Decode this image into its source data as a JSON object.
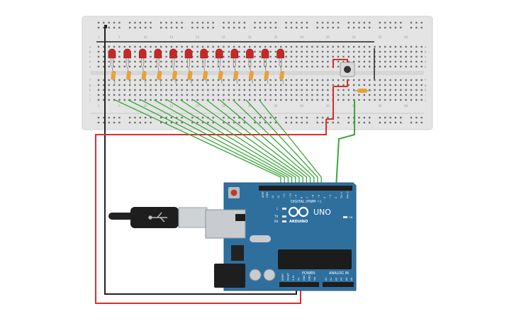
{
  "breadboard": {
    "column_numbers": [
      "1",
      "5",
      "10",
      "15",
      "20",
      "25",
      "30",
      "35",
      "40",
      "45",
      "50",
      "55",
      "60"
    ],
    "row_letters_top": [
      "a",
      "b",
      "c",
      "d",
      "e"
    ],
    "row_letters_bottom": [
      "f",
      "g",
      "h",
      "i",
      "j"
    ],
    "led_count": 12,
    "led_color": "#c62828",
    "resistor_color": "#e8a23a"
  },
  "arduino": {
    "board_color": "#2f6f9e",
    "logo_text": "ARDUINO",
    "model": "UNO",
    "digital_label": "DIGITAL (PWM ~)",
    "power_label": "POWER",
    "analog_label": "ANALOG IN",
    "aref_label": "AREF",
    "gnd_label": "GND",
    "tx_label": "TX",
    "rx_label": "RX",
    "l_label": "L",
    "on_label": "ON",
    "digital_pins": [
      "13",
      "12",
      "~11",
      "~10",
      "~9",
      "8",
      "7",
      "~6",
      "~5",
      "4",
      "~3",
      "2",
      "TX→1",
      "RX←0"
    ],
    "power_pins": [
      "IOREF",
      "RESET",
      "3.3V",
      "5V",
      "GND",
      "GND",
      "Vin"
    ],
    "analog_pins": [
      "A0",
      "A1",
      "A2",
      "A3",
      "A4",
      "A5"
    ]
  },
  "wires": {
    "signal_color": "#3aa63a",
    "power_color": "#d32f2f",
    "ground_color": "#222222"
  }
}
